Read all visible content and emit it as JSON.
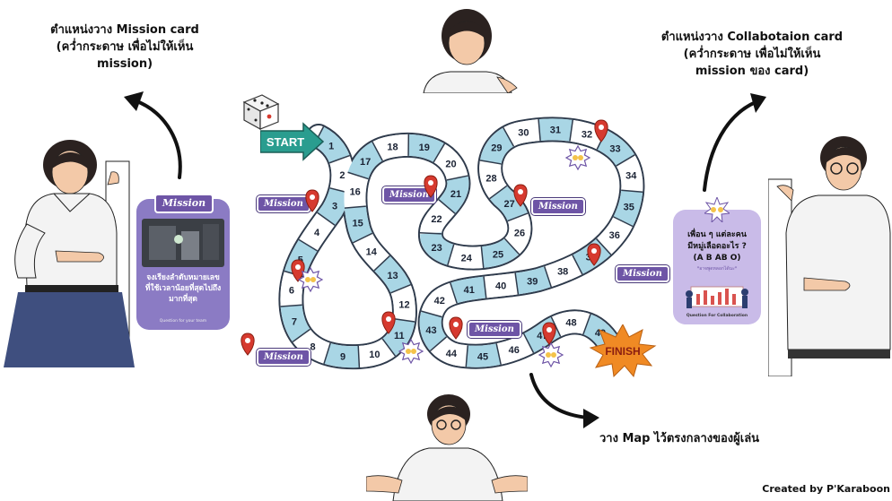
{
  "notes": {
    "mission_place": [
      "ตำแหน่งวาง Mission card",
      "(คว่ำกระดาษ เพื่อไม่ให้เห็น",
      "mission)"
    ],
    "collab_place": [
      "ตำแหน่งวาง Collabotaion card",
      "(คว่ำกระดาษ เพื่อไม่ให้เห็น",
      "mission ของ card)"
    ],
    "map_place": "วาง Map ไว้ตรงกลางของผู้เล่น",
    "credit": "Created by P'Karaboon"
  },
  "board": {
    "start_label": "START",
    "finish_label": "FINISH",
    "squares": [
      "1",
      "2",
      "3",
      "4",
      "5",
      "6",
      "7",
      "8",
      "9",
      "10",
      "11",
      "12",
      "13",
      "14",
      "15",
      "16",
      "17",
      "18",
      "19",
      "20",
      "21",
      "22",
      "23",
      "24",
      "25",
      "26",
      "27",
      "28",
      "29",
      "30",
      "31",
      "32",
      "33",
      "34",
      "35",
      "36",
      "37",
      "38",
      "39",
      "40",
      "41",
      "42",
      "43",
      "44",
      "45",
      "46",
      "47",
      "48",
      "49"
    ],
    "mission_tag": "Mission"
  },
  "mission_card": {
    "header": "Mission",
    "text": [
      "จงเรียงลำดับหมายเลข",
      "ที่ใช้เวลาน้อยที่สุดไปถึง",
      "มากที่สุด"
    ],
    "footer": "Question for your team"
  },
  "collab_card": {
    "text": [
      "เพื่อน ๆ แต่ละคน",
      "มีหมู่เลือดอะไร ?",
      "(A B AB O)"
    ],
    "subtext": "*อาจพูดหลอกได้นะ*",
    "footer": "Question For Collaboration"
  },
  "colors": {
    "path_blue": "#a9d6e5",
    "path_border": "#2f3b4c",
    "start_teal": "#2a9d8f",
    "mission_purple": "#6e55a6",
    "card_purple": "#8b7bc4",
    "collab_lavender": "#c9bbe8",
    "pin_red": "#d63a2f",
    "finish_orange": "#f08a24"
  }
}
